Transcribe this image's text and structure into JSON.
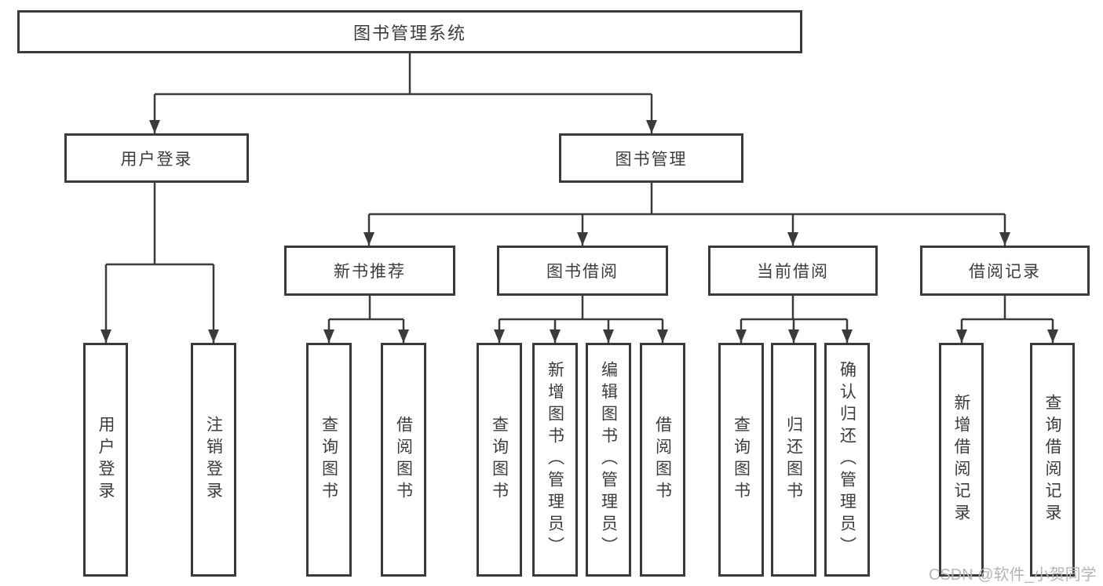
{
  "diagram": {
    "root": {
      "label": "图书管理系统"
    },
    "user_login": {
      "label": "用户登录",
      "children": [
        {
          "label": "用户登录"
        },
        {
          "label": "注销登录"
        }
      ]
    },
    "book_management": {
      "label": "图书管理",
      "sections": [
        {
          "label": "新书推荐",
          "children": [
            {
              "label": "查询图书"
            },
            {
              "label": "借阅图书"
            }
          ]
        },
        {
          "label": "图书借阅",
          "children": [
            {
              "label": "查询图书"
            },
            {
              "label": "新增图书（管理员）"
            },
            {
              "label": "编辑图书（管理员）"
            },
            {
              "label": "借阅图书"
            }
          ]
        },
        {
          "label": "当前借阅",
          "children": [
            {
              "label": "查询图书"
            },
            {
              "label": "归还图书"
            },
            {
              "label": "确认归还（管理员）"
            }
          ]
        },
        {
          "label": "借阅记录",
          "children": [
            {
              "label": "新增借阅记录"
            },
            {
              "label": "查询借阅记录"
            }
          ]
        }
      ]
    }
  },
  "watermark": "CSDN @软件_小贺同学",
  "colors": {
    "line": "#3b3b3b",
    "text": "#3c3c3c",
    "watermark": "#b5b5b5",
    "background": "#ffffff"
  }
}
